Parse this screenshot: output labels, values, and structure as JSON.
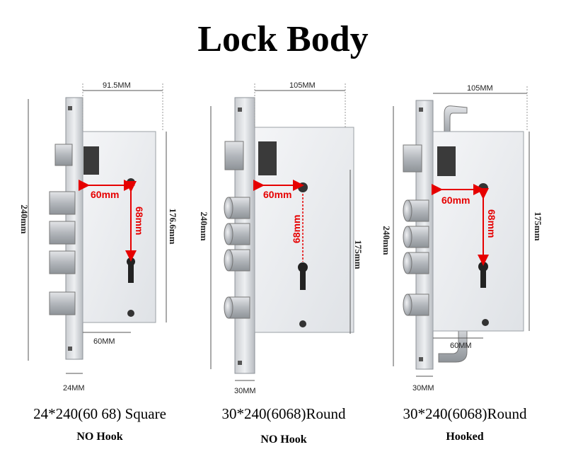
{
  "title": "Lock Body",
  "locks": [
    {
      "caption": "24*240(60 68) Square",
      "subcaption": "NO Hook",
      "width_label": "91.5MM",
      "height_label": "240mm",
      "case_height_label": "176.6mm",
      "backset_label": "60mm",
      "center_label": "68mm",
      "bottom_label": "60MM",
      "faceplate_label": "24MM"
    },
    {
      "caption": "30*240(6068)Round",
      "subcaption": "NO Hook",
      "width_label": "105MM",
      "height_label": "240mm",
      "case_height_label": "175mm",
      "backset_label": "60mm",
      "center_label": "68mm",
      "faceplate_label": "30MM"
    },
    {
      "caption": "30*240(6068)Round",
      "subcaption": "Hooked",
      "width_label": "105MM",
      "height_label": "240mm",
      "case_height_label": "175mm",
      "backset_label": "60mm",
      "center_label": "68mm",
      "bottom_label": "60MM",
      "faceplate_label": "30MM"
    }
  ]
}
